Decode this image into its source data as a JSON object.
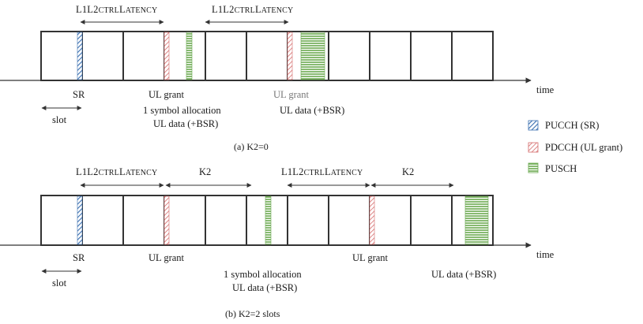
{
  "colors": {
    "pucch": "#3a6fb0",
    "pdcch": "#d46a6a",
    "pusch": "#6aa84f",
    "frame": "#333333"
  },
  "icons": {
    "pucch": "diagonal-hatch-blue-icon",
    "pdcch": "diagonal-hatch-red-icon",
    "pusch": "horizontal-hatch-green-icon"
  },
  "legend": {
    "pucch": "PUCCH (SR)",
    "pdcch": "PDCCH (UL grant)",
    "pusch": "PUSCH"
  },
  "panel_a": {
    "caption": "(a) K2=0",
    "axis_label": "time",
    "slot_label": "slot",
    "latency_1": {
      "prefix": "L1L2",
      "small": "CTRL",
      "suffix": "L",
      "small2": "ATENCY"
    },
    "latency_2": {
      "prefix": "L1L2",
      "small": "CTRL",
      "suffix": "L",
      "small2": "ATENCY"
    },
    "labels": {
      "sr": "SR",
      "ul_grant_1": "UL grant",
      "ul_grant_2": "UL grant",
      "alloc_line1": "1 symbol allocation",
      "alloc_line2": "UL data (+BSR)",
      "ul_data": "UL data (+BSR)"
    }
  },
  "panel_b": {
    "caption": "(b) K2=2 slots",
    "axis_label": "time",
    "slot_label": "slot",
    "latency_1": {
      "prefix": "L1L2",
      "small": "CTRL",
      "suffix": "L",
      "small2": "ATENCY"
    },
    "latency_2": {
      "prefix": "L1L2",
      "small": "CTRL",
      "suffix": "L",
      "small2": "ATENCY"
    },
    "k2_1": "K2",
    "k2_2": "K2",
    "labels": {
      "sr": "SR",
      "ul_grant_1": "UL grant",
      "ul_grant_2": "UL grant",
      "alloc_line1": "1 symbol allocation",
      "alloc_line2": "UL data (+BSR)",
      "ul_data": "UL data (+BSR)"
    }
  }
}
